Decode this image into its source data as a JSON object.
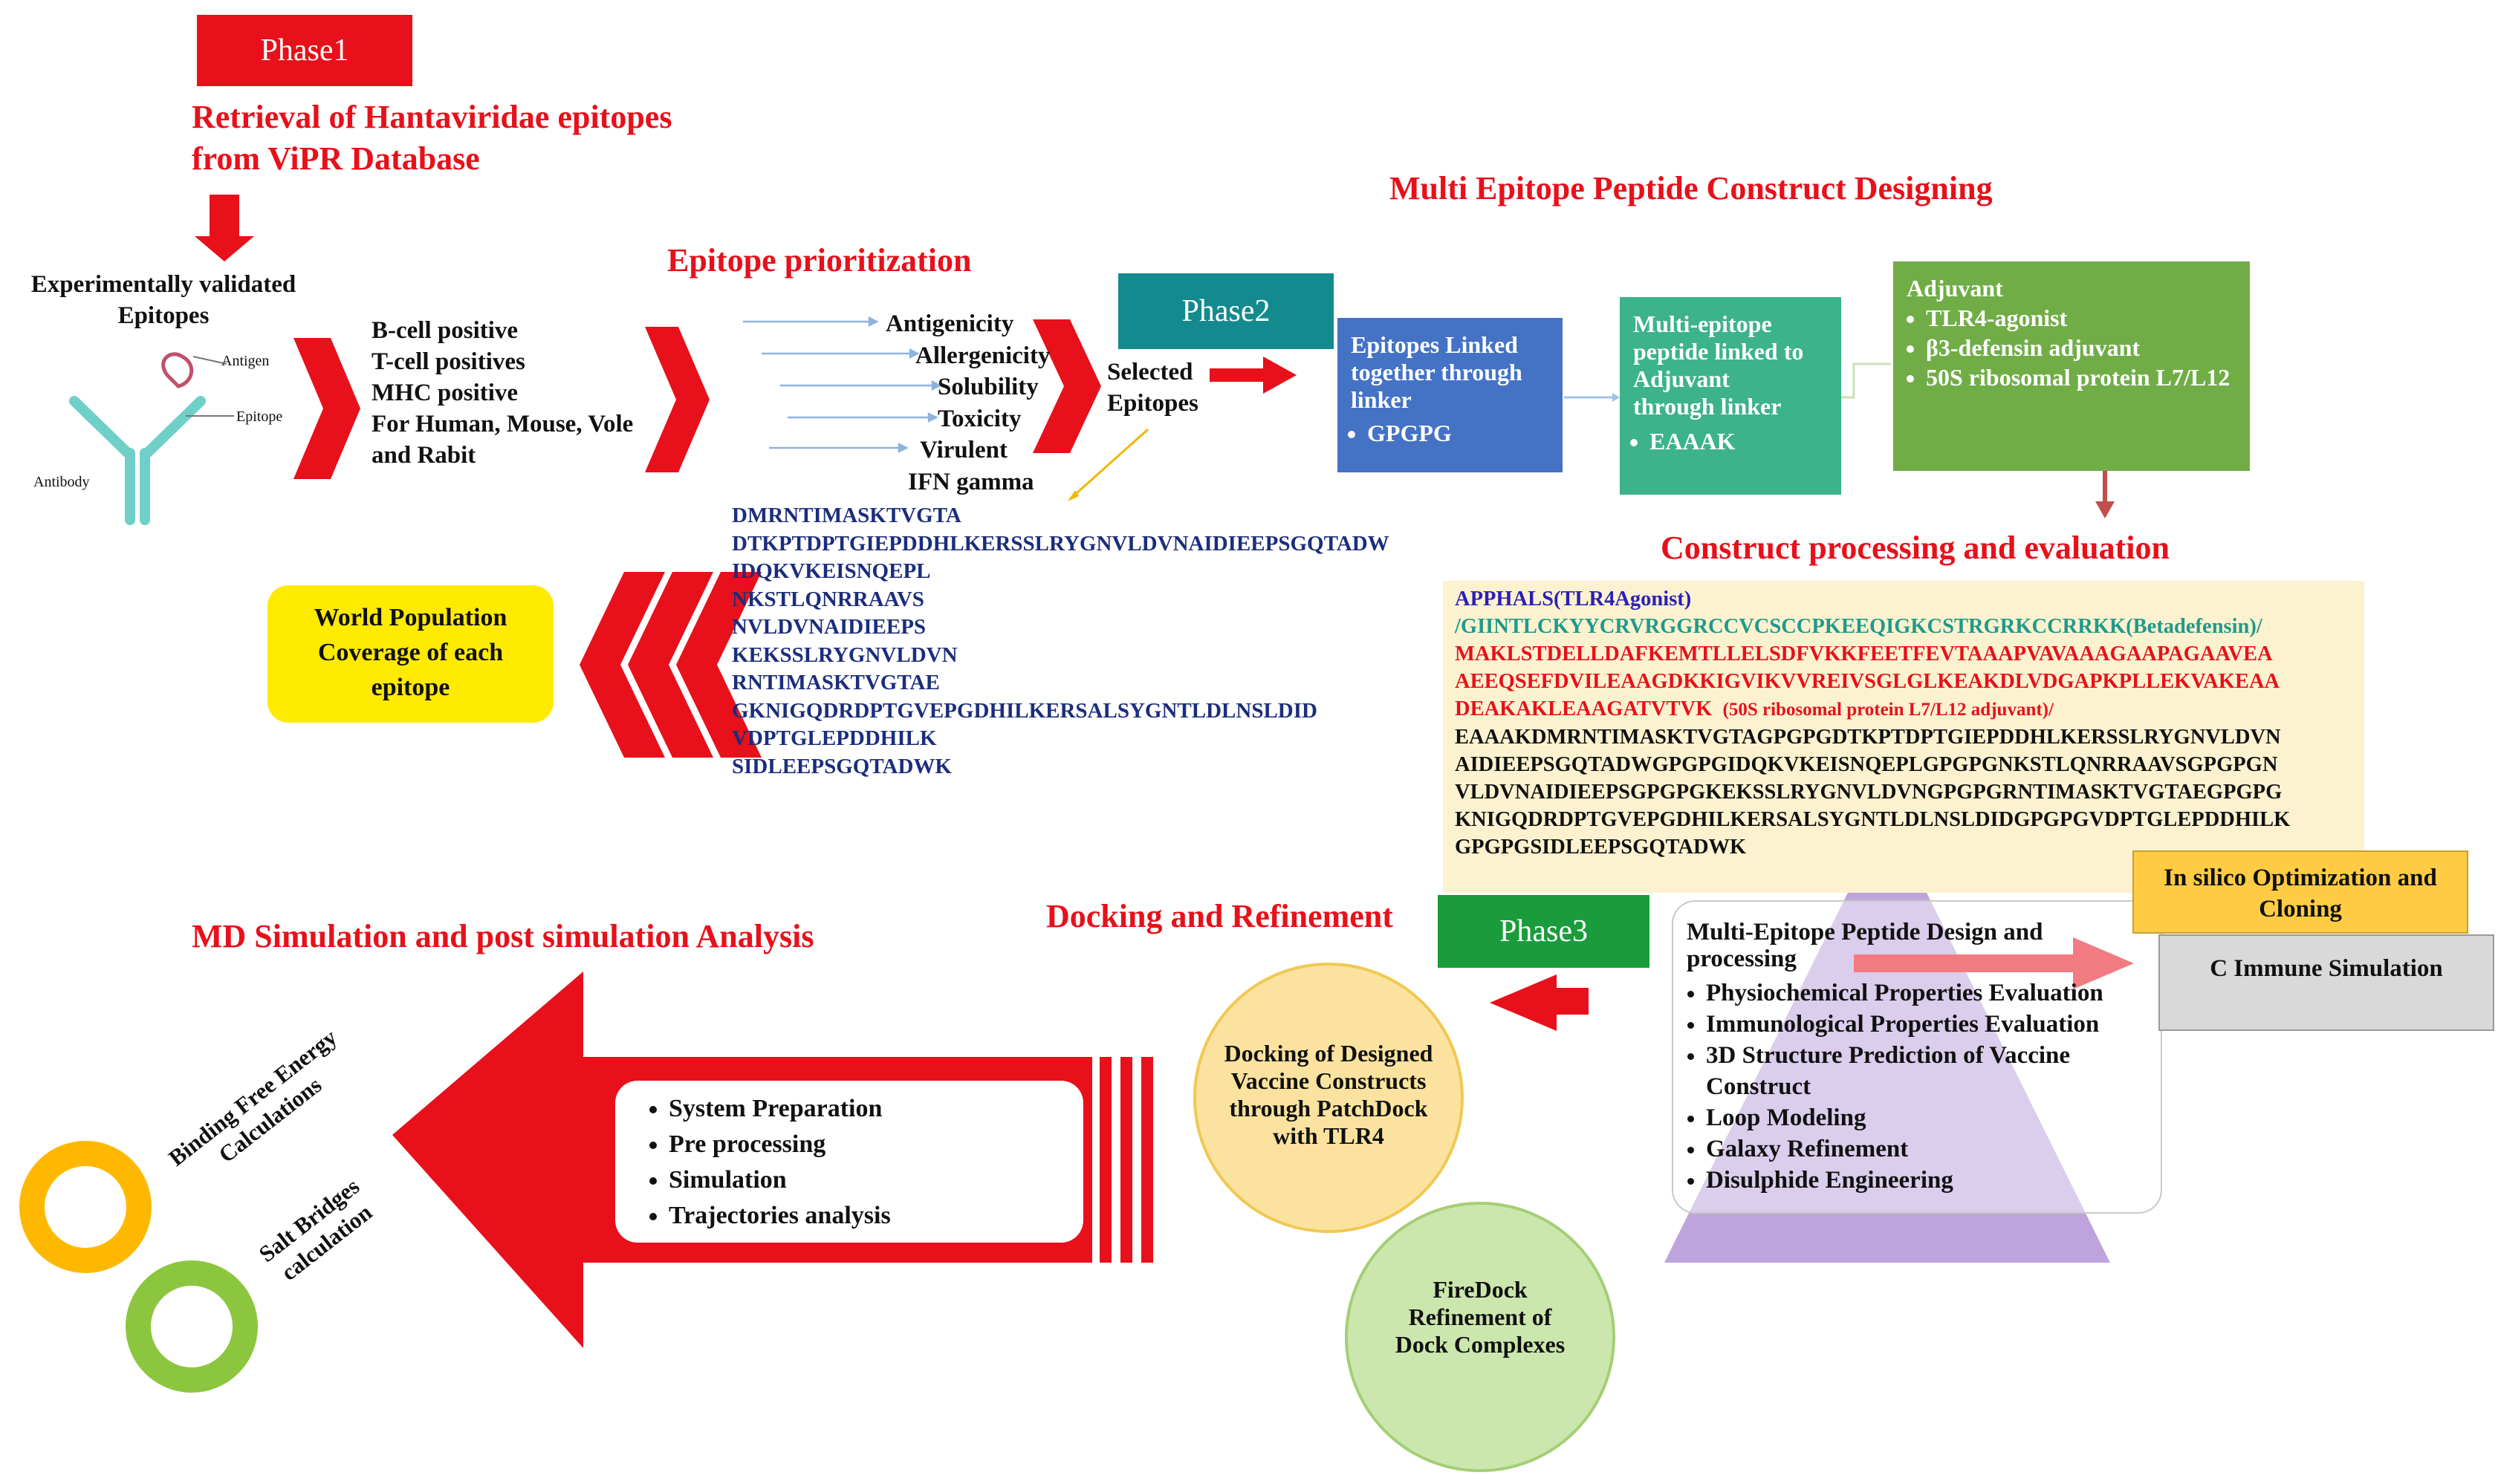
{
  "phase1": {
    "label": "Phase1",
    "title_lines": [
      "Retrieval of Hantaviridae epitopes",
      "from ViPR Database"
    ],
    "validated": [
      "Experimentally validated",
      "Epitopes"
    ],
    "antibody_labels": {
      "antigen": "Antigen",
      "epitope": "Epitope",
      "antibody": "Antibody"
    },
    "criteria": [
      "B-cell positive",
      "T-cell positives",
      "MHC positive",
      "For Human, Mouse, Vole",
      "and Rabit"
    ]
  },
  "prioritization": {
    "title": "Epitope prioritization",
    "criteria": [
      "Antigenicity",
      "Allergenicity",
      "Solubility",
      "Toxicity",
      "Virulent",
      "IFN gamma"
    ],
    "selected": [
      "Selected",
      "Epitopes"
    ],
    "sequences": [
      "DMRNTIMASKTVGTA",
      "DTKPTDPTGIEPDDHLKERSSLRYGNVLDVNAIDIEEPSGQTADW",
      "IDQKVKEISNQEPL",
      "NKSTLQNRRAAVS",
      "NVLDVNAIDIEEPS",
      "KEKSSLRYGNVLDVN",
      "RNTIMASKTVGTAE",
      "GKNIGQDRDPTGVEPGDHILKERSALSYGNTLDLNSLDID",
      "VDPTGLEPDDHILK",
      "SIDLEEPSGQTADWK"
    ],
    "world_population": [
      "World Population",
      "Coverage of each",
      "epitope"
    ]
  },
  "phase2": {
    "label": "Phase2",
    "title": "Multi Epitope Peptide Construct Designing",
    "linked_box": {
      "lines": [
        "Epitopes Linked",
        "together through",
        "linker"
      ],
      "item": "GPGPG",
      "color": "#4472c4"
    },
    "adjuvant_link_box": {
      "lines": [
        "Multi-epitope",
        "peptide linked to",
        "Adjuvant",
        "through linker"
      ],
      "item": "EAAAK",
      "color": "#3cb38a"
    },
    "adjuvant_box": {
      "title": "Adjuvant",
      "items": [
        "TLR4-agonist",
        "β3-defensin adjuvant",
        "50S ribosomal protein L7/L12"
      ],
      "color": "#70ad47"
    }
  },
  "construct": {
    "title": "Construct processing and evaluation",
    "seq_blue": "APPHALS(TLR4Agonist)",
    "seq_teal": "/GIINTLCKYYCRVRGGRCCVCSCCPKEEQIGKCSTRGRKCCRRKK(Betadefensin)/",
    "seq_red": [
      "MAKLSTDELLDAFKEMTLLELSDFVKKFEETFEVTAAAPVAVAAAGAAPAGAAVEA",
      "AEEQSEFDVILEAAGDKKIGVIKVVREIVSGLGLKEAKDLVDGAPKPLLEKVAKEAA"
    ],
    "seq_red_last": "DEAKAKLEAAGATVTVK",
    "seq_red_note": "(50S ribosomal protein L7/L12 adjuvant)/",
    "seq_black": [
      "EAAAKDMRNTIMASKTVGTAGPGPGDTKPTDPTGIEPDDHLKERSSLRYGNVLDVN",
      "AIDIEEPSGQTADWGPGPGIDQKVKEISNQEPLGPGPGNKSTLQNRRAAVSGPGPGN",
      "VLDVNAIDIEEPSGPGPGKEKSSLRYGNVLDVNGPGPGRNTIMASKTVGTAEGPGPG",
      "KNIGQDRDPTGVEPGDHILKERSALSYGNTLDLNSLDIDGPGPGVDPTGLEPDDHILK",
      "GPGPGSIDLEEPSGQTADWK"
    ]
  },
  "phase3": {
    "label": "Phase3",
    "design_title": [
      "Multi-Epitope Peptide Design and",
      "processing"
    ],
    "design_items": [
      "Physiochemical Properties Evaluation",
      "Immunological Properties Evaluation",
      "3D Structure Prediction of Vaccine Construct",
      "Loop Modeling",
      "Galaxy Refinement",
      "Disulphide Engineering"
    ],
    "optimization": [
      "In silico Optimization and",
      "Cloning"
    ],
    "c_immune": "C Immune Simulation",
    "docking_title": "Docking and Refinement",
    "docking_circle": [
      "Docking of Designed",
      "Vaccine Constructs",
      "through PatchDock",
      "with TLR4"
    ],
    "firedock_circle": [
      "FireDock",
      "Refinement of",
      "Dock Complexes"
    ]
  },
  "md": {
    "title": "MD Simulation and post simulation Analysis",
    "steps": [
      "System Preparation",
      "Pre processing",
      "Simulation",
      "Trajectories analysis"
    ],
    "binding": [
      "Binding Free Energy",
      "Calculations"
    ],
    "salt": [
      "Salt Bridges",
      "calculation"
    ]
  },
  "colors": {
    "red": "#e8101a",
    "phase_red": "#e8101a",
    "phase_teal": "#138a8d",
    "phase_green": "#1a9c3c",
    "yellow": "#ffeb00",
    "seq_navy": "#1b2d7c",
    "seq_blue": "#2a1fb8",
    "seq_teal": "#1f9a8a",
    "construct_bg": "#fdf2cf",
    "triangle": "#b79ad8",
    "docking_circle": "#fbe29a",
    "firedock_circle": "#c8e6a8",
    "orange_ring": "#ffb800",
    "green_ring": "#8cc63f",
    "optimization_bg": "#ffcc44",
    "c_immune_bg": "#d9d9d9"
  },
  "icons": [
    "antibody-icon",
    "chevron-right-icon",
    "chevron-left-icon",
    "arrow-down-icon",
    "arrow-right-icon",
    "arrow-left-icon",
    "ring-icon"
  ]
}
